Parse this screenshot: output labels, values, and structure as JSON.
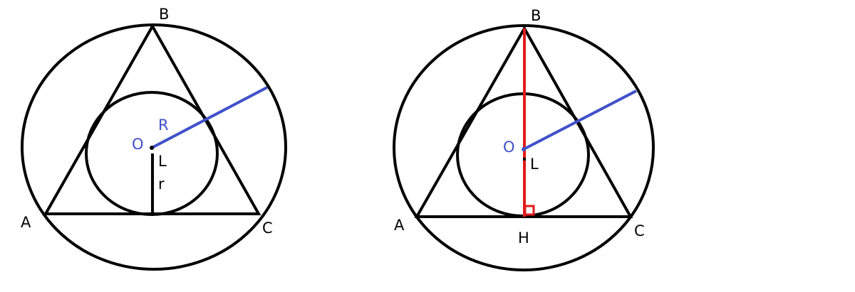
{
  "colors": {
    "line": "#000000",
    "radius": "#3f51c9",
    "height": "#e21b1b"
  },
  "left_figure": {
    "label_B": "B",
    "label_A": "A",
    "label_C": "C",
    "label_O": "O",
    "label_R": "R",
    "label_L": "L",
    "label_r": "r"
  },
  "right_figure": {
    "label_B": "B",
    "label_A": "A",
    "label_C": "C",
    "label_O": "O",
    "label_L": "L",
    "label_H": "H"
  }
}
